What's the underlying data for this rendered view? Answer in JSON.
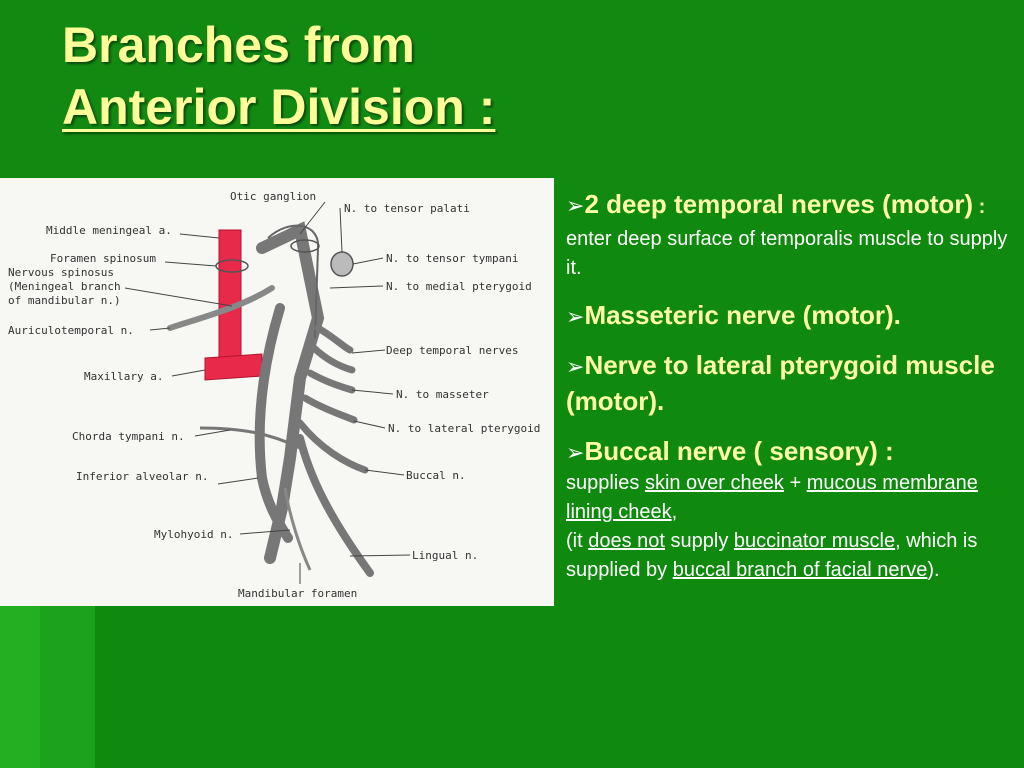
{
  "title": {
    "line1": "Branches from",
    "line2": "Anterior Division :"
  },
  "diagram": {
    "labels": {
      "otic_ganglion": "Otic ganglion",
      "n_tensor_palati": "N. to tensor palati",
      "middle_meningeal": "Middle meningeal a.",
      "foramen_spinosum": "Foramen spinosum",
      "n_tensor_tympani": "N. to tensor tympani",
      "nervous_spinosus_1": "Nervous spinosus",
      "nervous_spinosus_2": "(Meningeal branch",
      "nervous_spinosus_3": "of mandibular n.)",
      "n_medial_pterygoid": "N. to medial pterygoid",
      "auriculotemporal": "Auriculotemporal n.",
      "deep_temporal": "Deep temporal nerves",
      "maxillary": "Maxillary a.",
      "n_masseter": "N. to masseter",
      "n_lateral_pterygoid": "N. to lateral pterygoid",
      "chorda_tympani": "Chorda tympani n.",
      "inferior_alveolar": "Inferior alveolar n.",
      "buccal": "Buccal n.",
      "mylohyoid": "Mylohyoid n.",
      "lingual": "Lingual n.",
      "mandibular_foramen": "Mandibular foramen"
    }
  },
  "bullets": {
    "b1": {
      "arrow": "➢",
      "head": "2 deep temporal nerves (motor)",
      "colon": " :",
      "body": " enter deep surface of temporalis muscle to supply it."
    },
    "b2": {
      "arrow": "➢",
      "head": "Masseteric nerve (motor)."
    },
    "b3": {
      "arrow": "➢",
      "head": "Nerve to lateral pterygoid muscle (motor)."
    },
    "b4": {
      "arrow": "➢",
      "head": "Buccal nerve ( sensory) :",
      "t1": "supplies ",
      "u1": "skin over cheek",
      "t2": " + ",
      "u2": "mucous membrane lining cheek",
      "t3": ",",
      "t4": "(it ",
      "u3": "does not",
      "t5": " supply ",
      "u4": "buccinator muscle",
      "t6": ", which is supplied by ",
      "u5": "buccal branch of facial nerve",
      "t7": ")."
    }
  },
  "colors": {
    "background": "#118c11",
    "title": "#ffff99",
    "heading": "#ffffa8",
    "artery": "#e8294a"
  }
}
